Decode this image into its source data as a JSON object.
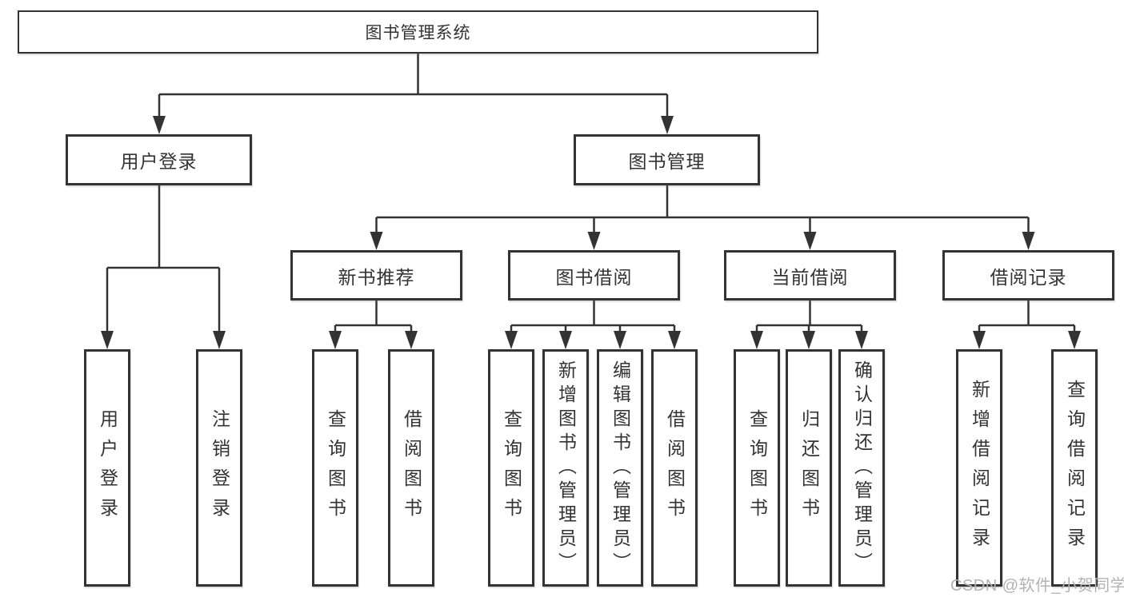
{
  "diagram": {
    "type": "hierarchy-org-chart",
    "background_color": "#ffffff",
    "line_color": "#333333",
    "box_fill_color": "#ffffff",
    "text_color": "#333333"
  },
  "tree": {
    "label": "图书管理系统",
    "children": [
      {
        "label": "用户登录",
        "children": [
          {
            "label": "用户登录"
          },
          {
            "label": "注销登录"
          }
        ]
      },
      {
        "label": "图书管理",
        "children": [
          {
            "label": "新书推荐",
            "children": [
              {
                "label": "查询图书"
              },
              {
                "label": "借阅图书"
              }
            ]
          },
          {
            "label": "图书借阅",
            "children": [
              {
                "label": "查询图书"
              },
              {
                "label": "新增图书（管理员）"
              },
              {
                "label": "编辑图书（管理员）"
              },
              {
                "label": "借阅图书"
              }
            ]
          },
          {
            "label": "当前借阅",
            "children": [
              {
                "label": "查询图书"
              },
              {
                "label": "归还图书"
              },
              {
                "label": "确认归还（管理员）"
              }
            ]
          },
          {
            "label": "借阅记录",
            "children": [
              {
                "label": "新增借阅记录"
              },
              {
                "label": "查询借阅记录"
              }
            ]
          }
        ]
      }
    ]
  },
  "watermark": {
    "text": "CSDN @软件_小贺同学",
    "color": "#b3b3b3"
  }
}
